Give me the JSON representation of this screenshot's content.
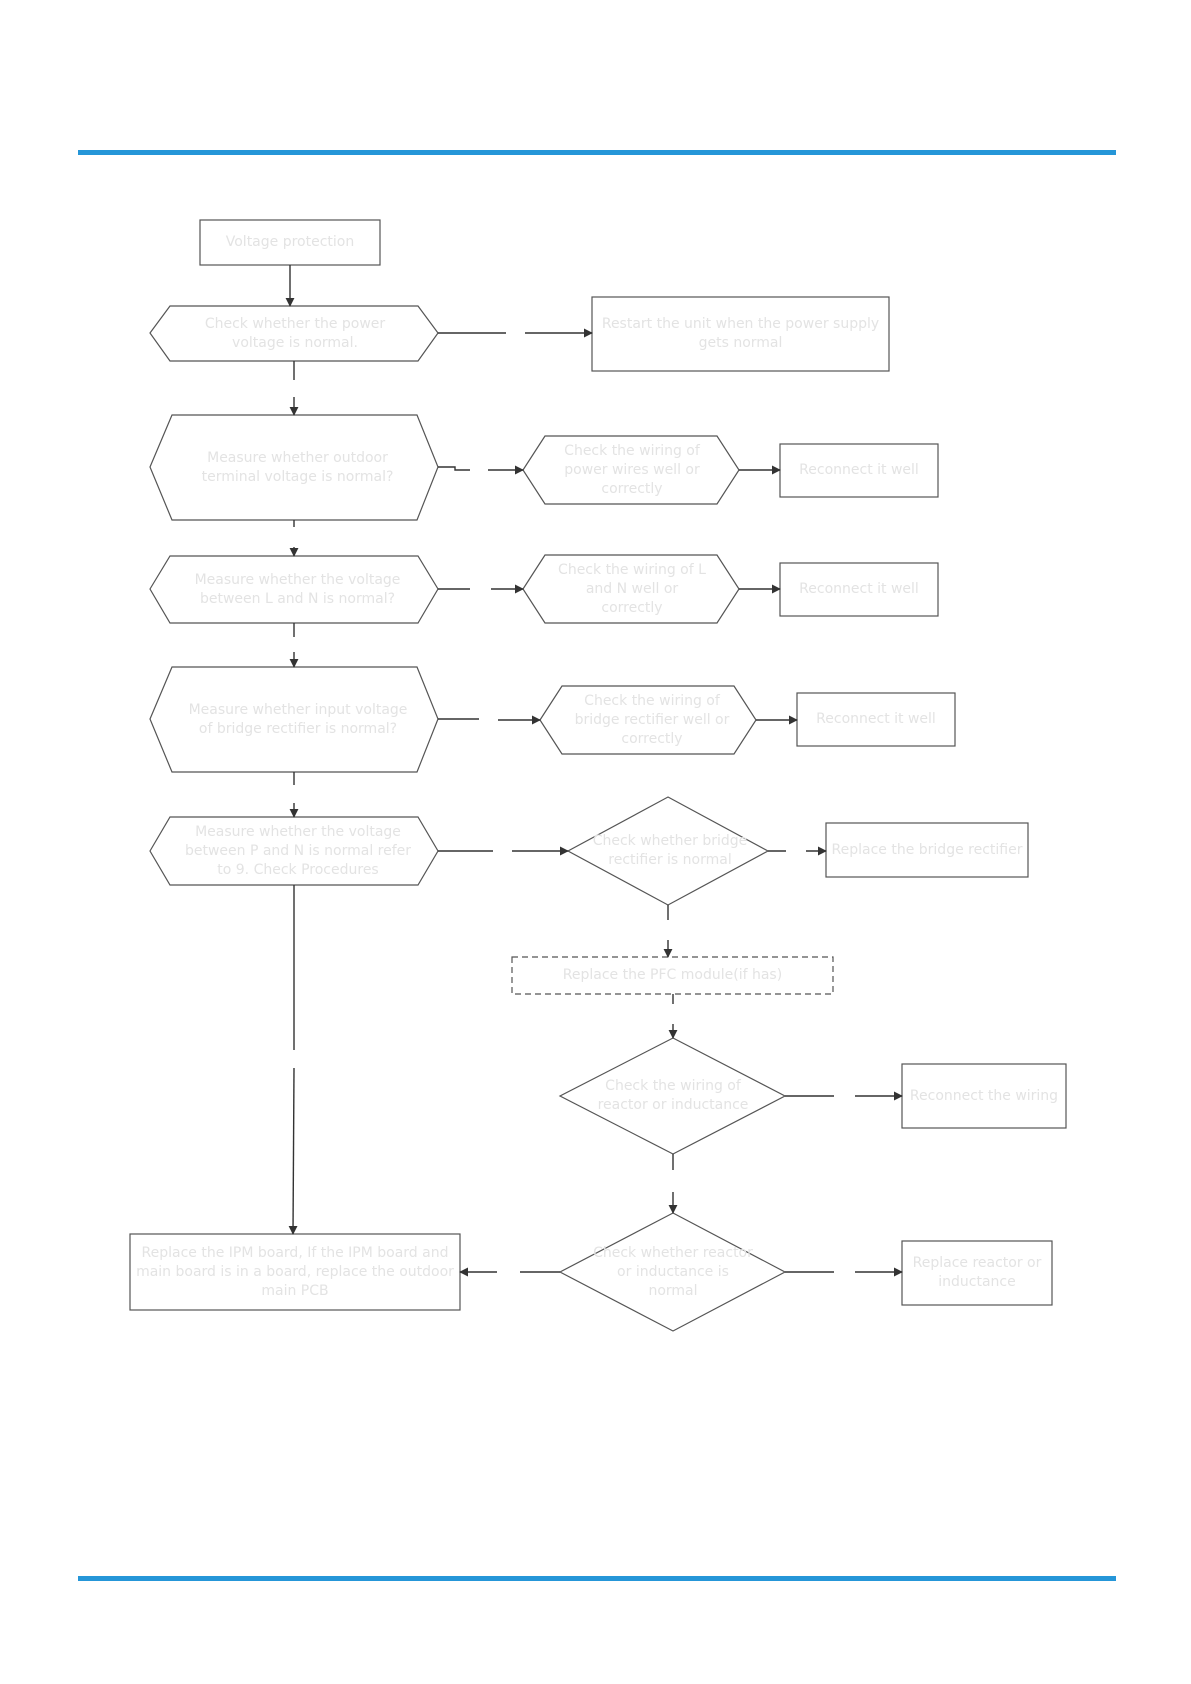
{
  "colors": {
    "rule": "#2596d8",
    "stroke": "#555555",
    "text": "#e3e3e3"
  },
  "flowchart": {
    "start": "Voltage protection",
    "d1": "Check whether the power voltage is normal.",
    "r1": "Restart the unit when the power supply gets normal",
    "d2": "Measure whether outdoor terminal voltage is normal?",
    "c2": "Check the wiring of power wires well or correctly",
    "r2": "Reconnect it well",
    "d3": "Measure whether the voltage between L and N is normal?",
    "c3": "Check the wiring of L and N well or correctly",
    "r3": "Reconnect it well",
    "d4": "Measure whether input voltage of bridge rectifier is normal?",
    "c4": "Check the wiring of bridge rectifier well or correctly",
    "r4": "Reconnect it well",
    "d5": "Measure whether the voltage between P and N is normal refer to 9. Check Procedures",
    "d6": "Check whether bridge rectifier is normal",
    "r6": "Replace the bridge rectifier",
    "pfc": "Replace the PFC module(if has)",
    "d7": "Check the wiring of reactor or inductance",
    "r7": "Reconnect the wiring",
    "d8": "Check whether reactor or inductance is normal",
    "r8": "Replace reactor or inductance",
    "ipm": "Replace the IPM board, If the IPM board and main board is in a board, replace the outdoor main PCB"
  }
}
